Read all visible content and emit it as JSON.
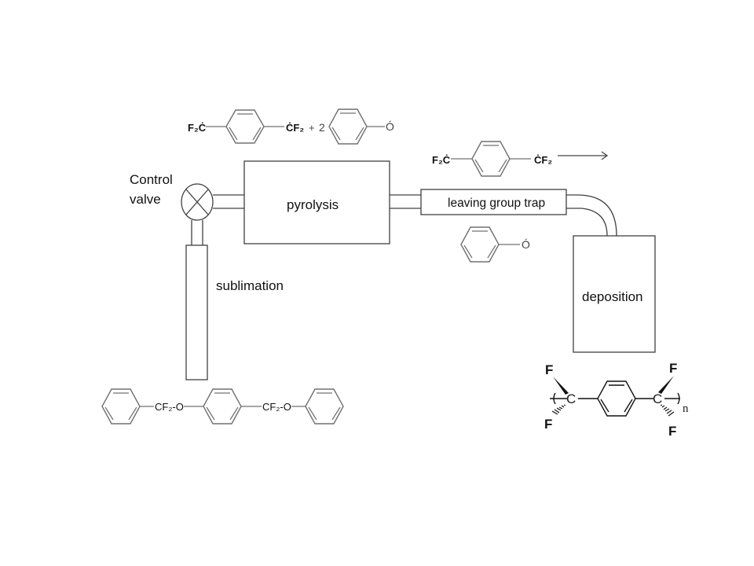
{
  "diagram": {
    "type": "process-flow",
    "title": "",
    "units": [
      {
        "id": "sublimation",
        "label": "sublimation"
      },
      {
        "id": "control_valve",
        "label_line1": "Control",
        "label_line2": "valve"
      },
      {
        "id": "pyrolysis",
        "label": "pyrolysis"
      },
      {
        "id": "leaving_group_trap",
        "label": "leaving group trap"
      },
      {
        "id": "deposition",
        "label": "deposition"
      }
    ],
    "flow": [
      "sublimation",
      "control_valve",
      "pyrolysis",
      "leaving_group_trap",
      "deposition"
    ],
    "chemistry": {
      "precursor": {
        "description": "bis(phenoxydifluoromethyl)benzene precursor",
        "group1": "CF₂-O",
        "group2": "CF₂-O"
      },
      "pyrolysis_products": {
        "radical_left": "F₂Ċ",
        "radical_right": "ĊF₂",
        "plus": "+",
        "coefficient": "2",
        "phenoxy": "Ó"
      },
      "trap_outlet_species": {
        "radical_left": "F₂Ċ",
        "radical_right": "ĊF₂"
      },
      "trapped_species": {
        "phenoxy": "Ó"
      },
      "polymer": {
        "f_top_left": "F",
        "f_bottom_left": "F",
        "f_top_right": "F",
        "f_bottom_right": "F",
        "c_left": "C",
        "c_right": "C",
        "subscript": "n"
      }
    },
    "icons": {
      "valve": "valve-x-circle-icon",
      "flow_arrow": "arrow-right-icon"
    }
  }
}
